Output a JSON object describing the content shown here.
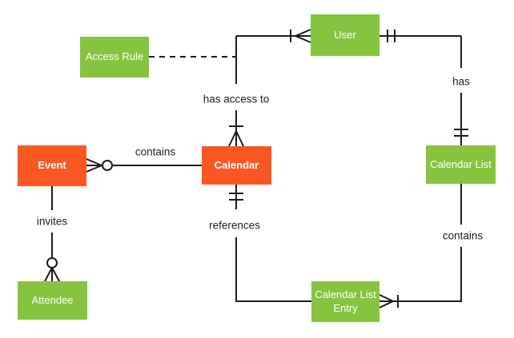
{
  "diagram_type": "entity-relationship (crow's foot notation)",
  "colors": {
    "entity_orange": "#FB5722",
    "entity_green": "#86C440",
    "line_color": "#1C1C1C",
    "canvas_bg": "#FFFFFF",
    "entity_text": "#FFFFFF",
    "label_text": "#212121"
  },
  "entities": {
    "access_rule": {
      "label": "Access Rule",
      "color": "green"
    },
    "user": {
      "label": "User",
      "color": "green"
    },
    "event": {
      "label": "Event",
      "color": "orange"
    },
    "calendar": {
      "label": "Calendar",
      "color": "orange"
    },
    "calendar_list": {
      "label": "Calendar List",
      "color": "green"
    },
    "attendee": {
      "label": "Attendee",
      "color": "green"
    },
    "calendar_list_entry": {
      "label": "Calendar List Entry",
      "color": "green"
    }
  },
  "relationships": {
    "has_access_to": {
      "label": "has access to",
      "from": "Calendar",
      "to": "User",
      "from_cardinality": "one-or-many (tick + crow's foot)",
      "to_cardinality": "one-or-many (tick + crow's foot)"
    },
    "contains_events": {
      "label": "contains",
      "from": "Calendar",
      "to": "Event",
      "to_cardinality": "zero-or-many (circle + crow's foot)"
    },
    "invites": {
      "label": "invites",
      "from": "Event",
      "to": "Attendee",
      "to_cardinality": "zero-or-many (circle + crow's foot)"
    },
    "references": {
      "label": "references",
      "from": "Calendar",
      "to": "Calendar List Entry",
      "from_cardinality": "one-and-only-one (double tick)"
    },
    "has": {
      "label": "has",
      "from": "User",
      "to": "Calendar List",
      "from_cardinality": "one-and-only-one (double tick)",
      "to_cardinality": "one-and-only-one (double tick)"
    },
    "contains_entries": {
      "label": "contains",
      "from": "Calendar List",
      "to": "Calendar List Entry",
      "to_cardinality": "one-or-many (crow's foot + tick)"
    },
    "access_rule_link": {
      "label": "",
      "from": "Access Rule",
      "to": "has access to relationship line",
      "style": "dashed"
    }
  }
}
